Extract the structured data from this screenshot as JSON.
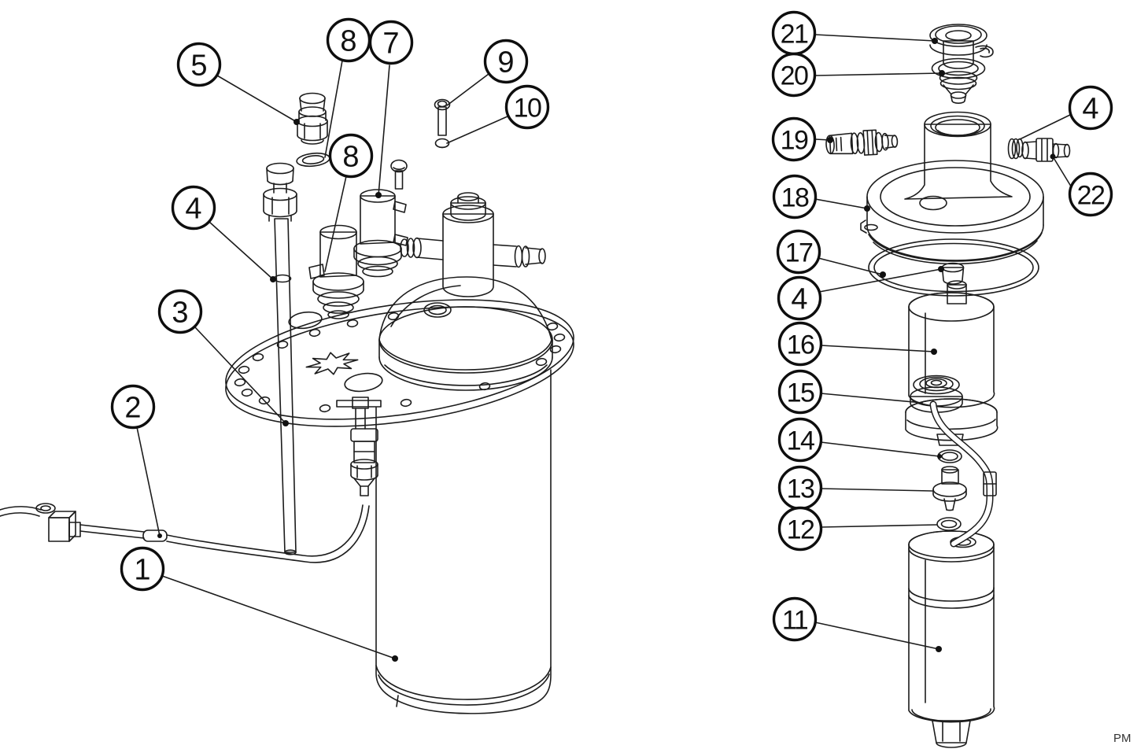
{
  "figure": {
    "watermark": "PM",
    "left_assembly": {
      "callouts": [
        {
          "label": "5"
        },
        {
          "label": "8"
        },
        {
          "label": "7"
        },
        {
          "label": "9"
        },
        {
          "label": "10"
        },
        {
          "label": "8"
        },
        {
          "label": "4"
        },
        {
          "label": "3"
        },
        {
          "label": "2"
        },
        {
          "label": "1"
        }
      ]
    },
    "right_assembly": {
      "callouts": [
        {
          "label": "21"
        },
        {
          "label": "20"
        },
        {
          "label": "19"
        },
        {
          "label": "18"
        },
        {
          "label": "17"
        },
        {
          "label": "4"
        },
        {
          "label": "16"
        },
        {
          "label": "15"
        },
        {
          "label": "14"
        },
        {
          "label": "13"
        },
        {
          "label": "12"
        },
        {
          "label": "11"
        },
        {
          "label": "4"
        },
        {
          "label": "22"
        }
      ]
    }
  }
}
